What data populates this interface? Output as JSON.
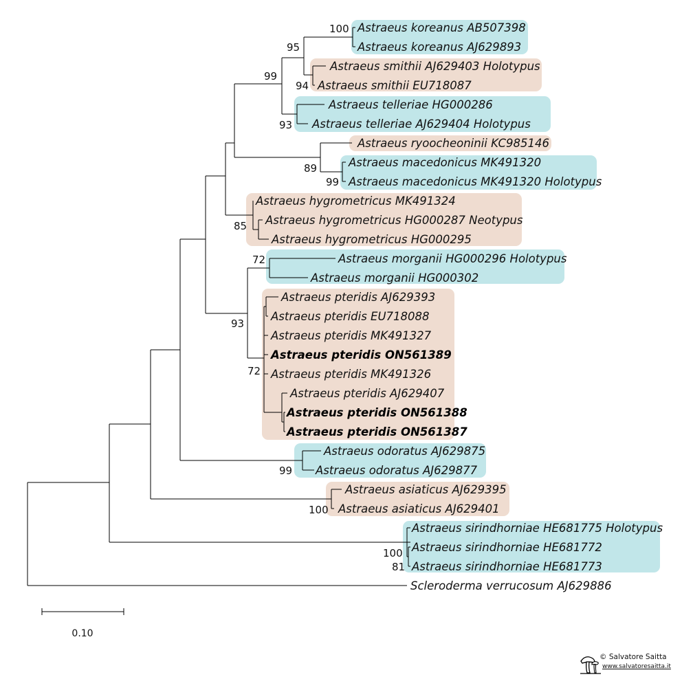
{
  "colors": {
    "blue": "#c1e6e9",
    "tan": "#efdcd0",
    "line": "#000000"
  },
  "tips": [
    {
      "id": "kor1",
      "label": "Astraeus koreanus AB507398",
      "bold": false,
      "group": "blue"
    },
    {
      "id": "kor2",
      "label": "Astraeus koreanus AJ629893",
      "bold": false,
      "group": "blue"
    },
    {
      "id": "smi1",
      "label": "Astraeus smithii AJ629403 Holotypus",
      "bold": false,
      "group": "tan"
    },
    {
      "id": "smi2",
      "label": "Astraeus smithii EU718087",
      "bold": false,
      "group": "tan"
    },
    {
      "id": "tel1",
      "label": "Astraeus telleriae HG000286",
      "bold": false,
      "group": "blue"
    },
    {
      "id": "tel2",
      "label": "Astraeus telleriae AJ629404 Holotypus",
      "bold": false,
      "group": "blue"
    },
    {
      "id": "ryo",
      "label": "Astraeus ryoocheoninii KC985146",
      "bold": false,
      "group": "tan"
    },
    {
      "id": "mac1",
      "label": "Astraeus macedonicus MK491320",
      "bold": false,
      "group": "blue"
    },
    {
      "id": "mac2",
      "label": "Astraeus macedonicus MK491320 Holotypus",
      "bold": false,
      "group": "blue"
    },
    {
      "id": "hyg1",
      "label": "Astraeus hygrometricus MK491324",
      "bold": false,
      "group": "tan"
    },
    {
      "id": "hyg2",
      "label": "Astraeus hygrometricus HG000287 Neotypus",
      "bold": false,
      "group": "tan"
    },
    {
      "id": "hyg3",
      "label": "Astraeus hygrometricus HG000295",
      "bold": false,
      "group": "tan"
    },
    {
      "id": "mor1",
      "label": "Astraeus morganii HG000296 Holotypus",
      "bold": false,
      "group": "blue"
    },
    {
      "id": "mor2",
      "label": "Astraeus morganii HG000302",
      "bold": false,
      "group": "blue"
    },
    {
      "id": "pte1",
      "label": "Astraeus pteridis AJ629393",
      "bold": false,
      "group": "tan"
    },
    {
      "id": "pte2",
      "label": "Astraeus pteridis EU718088",
      "bold": false,
      "group": "tan"
    },
    {
      "id": "pte3",
      "label": "Astraeus pteridis MK491327",
      "bold": false,
      "group": "tan"
    },
    {
      "id": "pte4",
      "label": "Astraeus pteridis ON561389",
      "bold": true,
      "group": "tan"
    },
    {
      "id": "pte5",
      "label": "Astraeus pteridis MK491326",
      "bold": false,
      "group": "tan"
    },
    {
      "id": "pte6",
      "label": "Astraeus pteridis AJ629407",
      "bold": false,
      "group": "tan"
    },
    {
      "id": "pte7",
      "label": "Astraeus pteridis ON561388",
      "bold": true,
      "group": "tan"
    },
    {
      "id": "pte8",
      "label": "Astraeus pteridis ON561387",
      "bold": true,
      "group": "tan"
    },
    {
      "id": "odo1",
      "label": "Astraeus odoratus AJ629875",
      "bold": false,
      "group": "blue"
    },
    {
      "id": "odo2",
      "label": "Astraeus odoratus AJ629877",
      "bold": false,
      "group": "blue"
    },
    {
      "id": "asi1",
      "label": "Astraeus asiaticus AJ629395",
      "bold": false,
      "group": "tan"
    },
    {
      "id": "asi2",
      "label": "Astraeus asiaticus AJ629401",
      "bold": false,
      "group": "tan"
    },
    {
      "id": "sir1",
      "label": "Astraeus sirindhorniae HE681775 Holotypus",
      "bold": false,
      "group": "blue"
    },
    {
      "id": "sir2",
      "label": "Astraeus sirindhorniae HE681772",
      "bold": false,
      "group": "blue"
    },
    {
      "id": "sir3",
      "label": "Astraeus sirindhorniae HE681773",
      "bold": false,
      "group": "blue"
    },
    {
      "id": "scl",
      "label": "Scleroderma verrucosum AJ629886",
      "bold": false,
      "group": "none"
    }
  ],
  "support_values": [
    "100",
    "95",
    "99",
    "94",
    "93",
    "89",
    "99",
    "85",
    "72",
    "93",
    "72",
    "99",
    "100",
    "100",
    "81"
  ],
  "scale_bar": {
    "label": "0.10"
  },
  "credit": {
    "name": "Salvatore Saitta",
    "url": "www.salvatoresaitta.it",
    "copyright_symbol": "©"
  }
}
